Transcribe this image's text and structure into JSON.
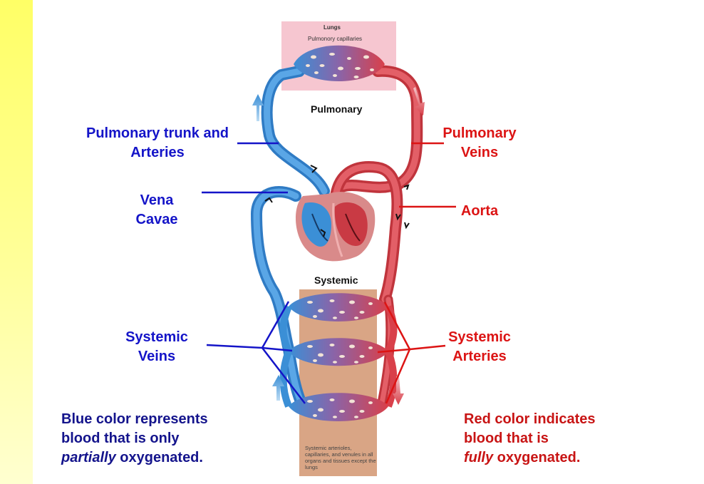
{
  "colors": {
    "blue_label": "#1414c8",
    "red_label": "#dc1414",
    "deoxy_vessel": "#3b8fd6",
    "oxy_vessel": "#d9404a",
    "lung_box": "#f6c6d0",
    "tissue_box": "#d9a585",
    "side_strip": "#ffff66"
  },
  "panels": {
    "lungs_title": "Lungs",
    "lungs_sub": "Pulmonory capillaries",
    "pulmonary": "Pulmonary",
    "systemic": "Systemic",
    "tissue_note": "Systemic arterioles, capillaries, and venules in all organs and tissues except the lungs"
  },
  "labels": {
    "pulmonary_trunk_l1": "Pulmonary trunk and",
    "pulmonary_trunk_l2": "Arteries",
    "vena_l1": "Vena",
    "vena_l2": "Cavae",
    "systemic_veins_l1": "Systemic",
    "systemic_veins_l2": "Veins",
    "pulmonary_veins_l1": "Pulmonary",
    "pulmonary_veins_l2": "Veins",
    "aorta": "Aorta",
    "systemic_arteries_l1": "Systemic",
    "systemic_arteries_l2": "Arteries"
  },
  "notes": {
    "blue_l1": "Blue color represents",
    "blue_l2": "blood that is only",
    "blue_l3_em": "partially",
    "blue_l3_rest": " oxygenated.",
    "red_l1": "Red color indicates",
    "red_l2": "blood that is",
    "red_l3_em": "fully",
    "red_l3_rest": " oxygenated."
  }
}
